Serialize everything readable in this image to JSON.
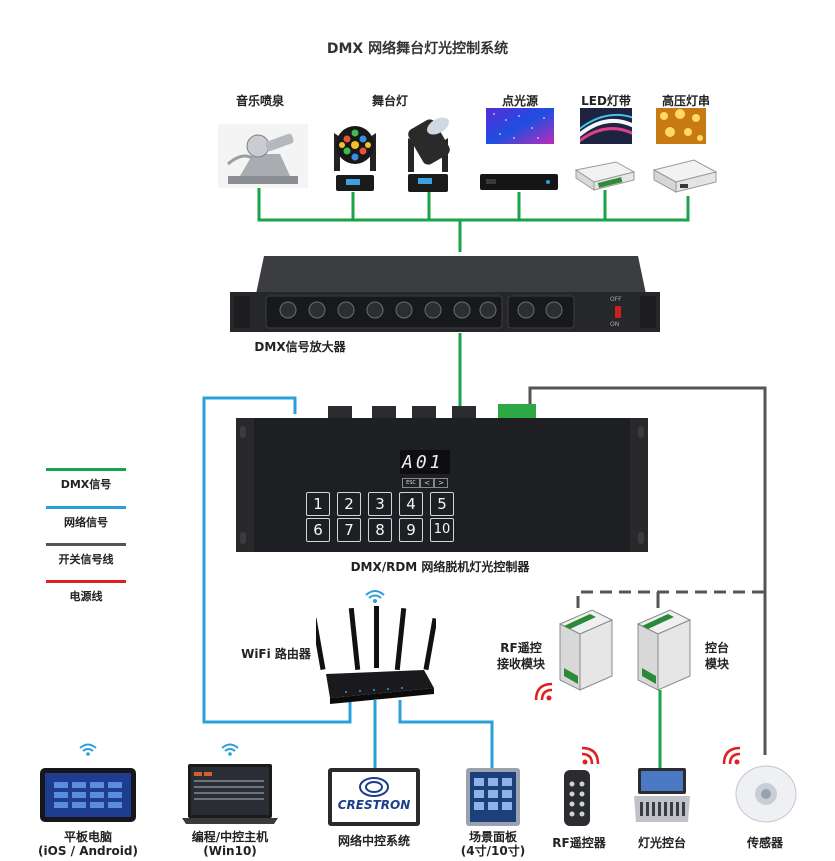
{
  "title": "DMX 网络舞台灯光控制系统",
  "devices_top": {
    "fountain": "音乐喷泉",
    "stage_light": "舞台灯",
    "point_light": "点光源",
    "led_strip": "LED灯带",
    "hv_string": "高压灯串"
  },
  "amplifier_label": "DMX信号放大器",
  "amplifier_panel": {
    "switch_off": "OFF",
    "switch_on": "ON"
  },
  "controller_label": "DMX/RDM 网络脱机灯光控制器",
  "controller": {
    "display": "A01",
    "nav_buttons": [
      "ESC",
      "<",
      ">"
    ],
    "keys": [
      "1",
      "2",
      "3",
      "4",
      "5",
      "6",
      "7",
      "8",
      "9",
      "10"
    ]
  },
  "legend": [
    {
      "label": "DMX信号",
      "color": "#1aa34a"
    },
    {
      "label": "网络信号",
      "color": "#2a9fd8"
    },
    {
      "label": "开关信号线",
      "color": "#555555"
    },
    {
      "label": "电源线",
      "color": "#e02020"
    }
  ],
  "router_label": "WiFi 路由器",
  "rf_receiver_label": [
    "RF遥控",
    "接收模块"
  ],
  "console_module_label": [
    "控台",
    "模块"
  ],
  "bottom_devices": {
    "tablet": [
      "平板电脑",
      "(iOS / Android)"
    ],
    "host": [
      "编程/中控主机",
      "(Win10)"
    ],
    "central": "网络中控系统",
    "scene_panel": [
      "场景面板",
      "(4寸/10寸)"
    ],
    "rf_remote": "RF遥控器",
    "console": "灯光控台",
    "sensor": "传感器"
  },
  "crestron_text": "CRESTRON",
  "colors": {
    "dmx": "#1aa34a",
    "network": "#2a9fd8",
    "switch": "#555555",
    "power": "#e02020"
  }
}
